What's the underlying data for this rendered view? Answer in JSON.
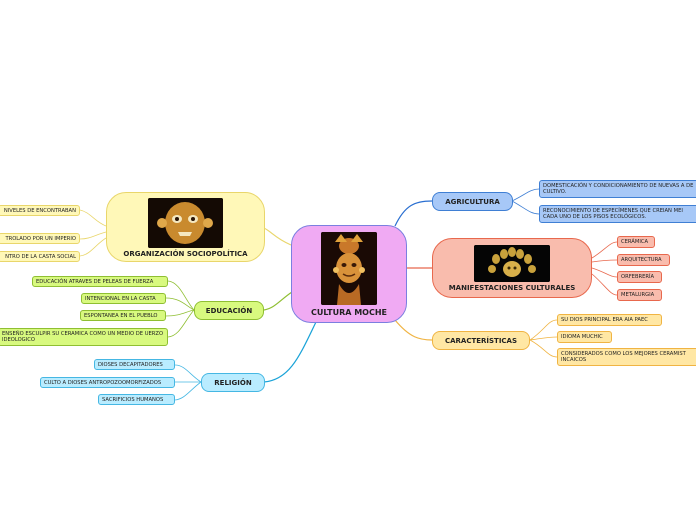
{
  "center": {
    "title": "CULTURA MOCHE",
    "image_icon": "moche-golden-figure-icon"
  },
  "colors": {
    "center_fill": "#f0aaf3",
    "center_border": "#7b7fe0",
    "org_fill": "#fff8b8",
    "org_border": "#e9d66b",
    "edu_fill": "#d8f97f",
    "edu_border": "#8fbf32",
    "rel_fill": "#b9ecff",
    "rel_border": "#45b7e3",
    "agr_fill": "#a7c8f7",
    "agr_border": "#3f7fd4",
    "man_fill": "#f9bcad",
    "man_border": "#e8684d",
    "car_fill": "#ffe7a4",
    "car_border": "#f0b443"
  },
  "branches": {
    "organizacion": {
      "title": "ORGANIZACIÓN SOCIOPOLÍTICA",
      "image_icon": "moche-golden-mask-icon",
      "items": [
        "NIVELES DE ENCONTRABAN",
        "TROLADO POR UN IMPERIO",
        "NTRO DE LA CASTA SOCIAL"
      ]
    },
    "educacion": {
      "title": "EDUCACIÓN",
      "items": [
        "EDUCACIÓN ATRAVES DE PELEAS DE FUERZA",
        "INTENCIONAL EN LA CASTA",
        "ESPONTANEA EN EL PUEBLO",
        "ENSEÑO ESCULPIR SU CERAMICA COMO UN MEDIO DE UERZO IDEOLOGICO"
      ]
    },
    "religion": {
      "title": "RELIGIÓN",
      "items": [
        "DIOSES DECAPITADORES",
        "CULTO A DIOSES ANTROPOZOOMORFIZADOS",
        "SACRIFICIOS HUMANOS"
      ]
    },
    "agricultura": {
      "title": "AGRICULTURA",
      "items": [
        "DOMESTICACIÓN Y CONDICIONAMIENTO DE NUEVAS A DE CULTIVO.",
        "RECONOCIMIENTO DE ESPECÍMENES QUE CREIAN MEI CADA UNO DE LOS PISOS ECOLÓGICOS."
      ]
    },
    "manifestaciones": {
      "title": "MANIFESTACIONES CULTURALES",
      "image_icon": "moche-gold-headdress-icon",
      "items": [
        "CERÁMICA",
        "ARQUITECTURA",
        "ORFEBRERÍA",
        "METALURGIA"
      ]
    },
    "caracteristicas": {
      "title": "CARACTERÍSTICAS",
      "items": [
        "SU DIOS PRINCIPAL ERA AIA PAEC",
        "IDIOMA MUCHIC",
        "CONSIDERADOS COMO LOS MEJORES CERAMIST INCAICOS"
      ]
    }
  }
}
